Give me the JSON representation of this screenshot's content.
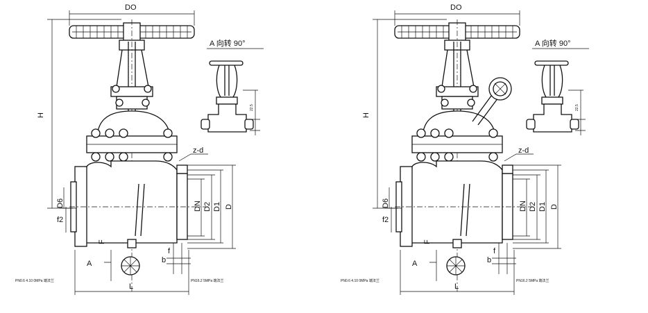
{
  "valve1": {
    "labels": {
      "D0": "DO",
      "H": "H",
      "D6": "D6",
      "f2": "f2",
      "F": "F",
      "A": "A",
      "L": "L",
      "zd": "z-d",
      "DN": "DN",
      "D2": "D2",
      "D1": "D1",
      "D": "D",
      "f": "f",
      "b": "b",
      "dim225": "22.5"
    },
    "inset_title": "A  向转  90°",
    "note_left": "PN0.6 4.10 0MPa 端法兰",
    "note_right": "PN16.2 5MPa 端法兰"
  },
  "valve2": {
    "labels": {
      "D0": "DO",
      "H": "H",
      "D6": "D6",
      "f2": "f2",
      "F": "F",
      "A": "A",
      "L": "L",
      "zd": "z-d",
      "DN": "DN",
      "D2": "D2",
      "D1": "D1",
      "D": "D",
      "f": "f",
      "b": "b",
      "dim225": "22.5"
    },
    "inset_title": "A  向转  90°",
    "note_left": "PN0.6 4.10 0MPa 端法兰",
    "note_right": "PN16.2 5MPa 端法兰"
  }
}
